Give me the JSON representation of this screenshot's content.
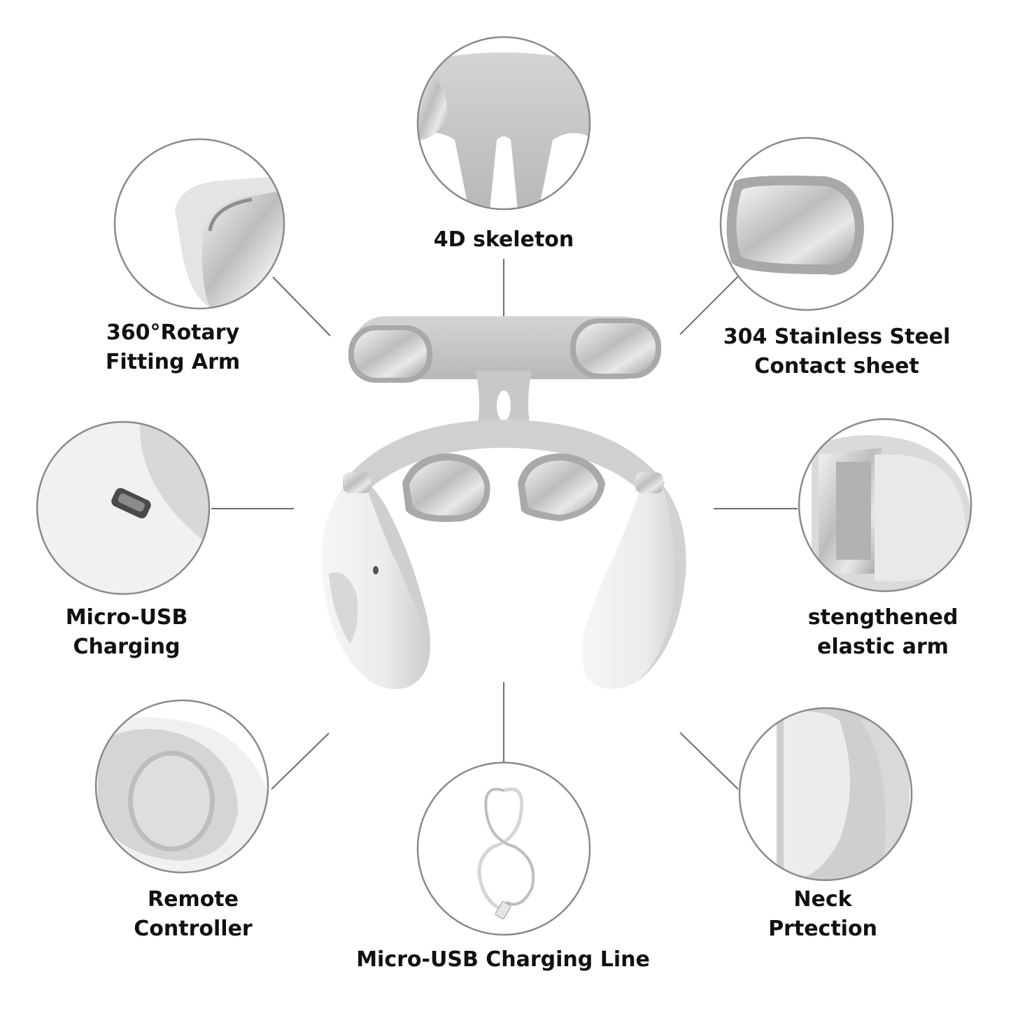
{
  "features": {
    "skeleton": {
      "icon": "skeleton-closeup",
      "lines": [
        "4D skeleton"
      ]
    },
    "rotary_arm": {
      "icon": "rotary-arm-closeup",
      "lines": [
        "360°Rotary",
        "Fitting Arm"
      ]
    },
    "steel_sheet": {
      "icon": "steel-contact-closeup",
      "lines": [
        "304 Stainless Steel",
        "Contact sheet"
      ]
    },
    "usb_port": {
      "icon": "usb-port-closeup",
      "lines": [
        "Micro-USB",
        "Charging"
      ]
    },
    "elastic_arm": {
      "icon": "elastic-arm-closeup",
      "lines": [
        "stengthened",
        "elastic arm"
      ]
    },
    "remote": {
      "icon": "remote-button-closeup",
      "lines": [
        "Remote",
        "Controller"
      ]
    },
    "cable": {
      "icon": "usb-cable-closeup",
      "lines": [
        "Micro-USB Charging Line"
      ]
    },
    "neck": {
      "icon": "neck-protection-closeup",
      "lines": [
        "Neck",
        "Prtection"
      ]
    }
  },
  "colors": {
    "circle_stroke": "#8a8a8a",
    "connector": "#6e6e6e",
    "device_body": "#e9e9e9",
    "device_shade": "#c9c9c9",
    "steel": "#cfcfcf",
    "text": "#111111"
  }
}
